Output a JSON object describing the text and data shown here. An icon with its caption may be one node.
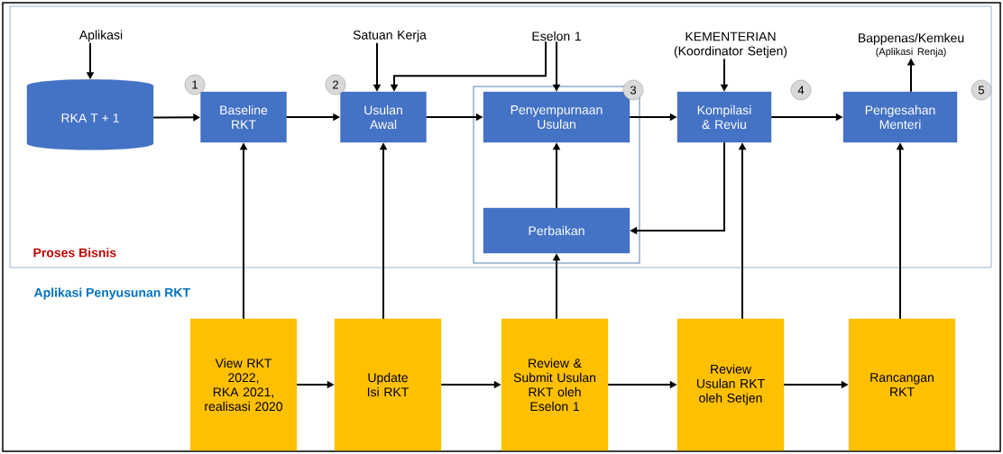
{
  "diagram": {
    "nodes": [
      {
        "text": [
          "Proses Bisnis"
        ]
      },
      {
        "text": [
          "Aplikasi"
        ],
        "in": 0
      },
      {
        "text": [
          "Satuan Kerja"
        ],
        "in": 0
      },
      {
        "text": [
          "Eselon 1"
        ],
        "in": 0
      },
      {
        "text": [
          "KEMENTERIAN (Koordinator Setjen)"
        ],
        "in": 0
      },
      {
        "text": [
          "Bappenas/Kemkeu",
          "(Aplikasi Renja)"
        ],
        "in": 0
      },
      {
        "text": [
          "RKA T + 1"
        ],
        "in": 0
      },
      {
        "text": [
          "Baseline RKT"
        ],
        "beside": [
          "1"
        ],
        "in": 0
      },
      {
        "text": [
          "Usulan Awal"
        ],
        "beside": [
          "2"
        ],
        "in": 0
      },
      {
        "text": [],
        "shape": "box",
        "in": 0
      },
      {
        "text": [
          "Penyempurnaan Usulan"
        ],
        "beside": [
          "3"
        ],
        "in": 9
      },
      {
        "text": [
          "Kompilasi & Reviu"
        ],
        "beside": [
          "4"
        ],
        "in": 0
      },
      {
        "text": [
          "Pengesahan Menteri"
        ],
        "beside": [
          "5"
        ],
        "in": 0
      },
      {
        "text": [
          "Perbaikan"
        ],
        "in": 9
      },
      {
        "text": [
          "View RKT 2022, RKA 2021, realisasi 2020"
        ]
      },
      {
        "text": [
          "Update Isi RKT"
        ]
      },
      {
        "text": [
          "Review & Submit Usulan RKT oleh Eselon 1"
        ]
      },
      {
        "text": [
          "Review Usulan RKT oleh Setjen"
        ]
      },
      {
        "text": [
          "Rancangan RKT"
        ]
      }
    ],
    "edges": [
      {
        "from": 1,
        "to": 6,
        "arrow": "to"
      },
      {
        "from": 6,
        "to": 7,
        "arrow": "to"
      },
      {
        "from": 7,
        "to": 8,
        "arrow": "to"
      },
      {
        "from": 8,
        "to": 10,
        "arrow": "to"
      },
      {
        "from": 10,
        "to": 11,
        "arrow": "to"
      },
      {
        "from": 11,
        "to": 12,
        "arrow": "to"
      },
      {
        "from": 2,
        "to": 8,
        "arrow": "to"
      },
      {
        "from": 3,
        "to": 8,
        "arrow": "to"
      },
      {
        "from": 3,
        "to": 10,
        "arrow": "to"
      },
      {
        "from": 4,
        "to": 11,
        "arrow": "to"
      },
      {
        "from": 12,
        "to": 5,
        "arrow": "to"
      },
      {
        "from": 13,
        "to": 10,
        "arrow": "to"
      },
      {
        "from": 11,
        "to": 13,
        "arrow": "to"
      },
      {
        "from": 14,
        "to": 7,
        "arrow": "to"
      },
      {
        "from": 15,
        "to": 8,
        "arrow": "to"
      },
      {
        "from": 16,
        "to": 13,
        "arrow": "to"
      },
      {
        "from": 17,
        "to": 11,
        "arrow": "to"
      },
      {
        "from": 18,
        "to": 12,
        "arrow": "to"
      },
      {
        "from": 14,
        "to": 15,
        "arrow": "to"
      },
      {
        "from": 15,
        "to": 16,
        "arrow": "to"
      },
      {
        "from": 16,
        "to": 17,
        "arrow": "to"
      },
      {
        "from": 17,
        "to": 18,
        "arrow": "to"
      }
    ],
    "labels": [
      "Aplikasi Penyusunan RKT"
    ]
  }
}
